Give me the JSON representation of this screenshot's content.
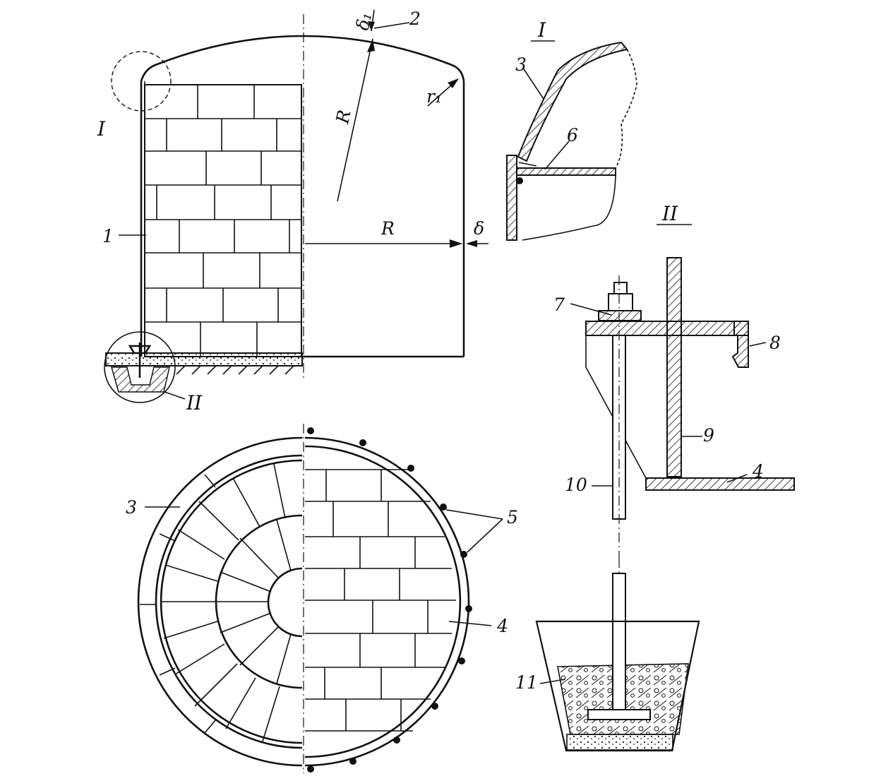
{
  "callouts": {
    "n1": "1",
    "n2": "2",
    "n3_detail": "3",
    "n3_plan": "3",
    "n4_plan": "4",
    "n4_detail": "4",
    "n5": "5",
    "n6": "6",
    "n7": "7",
    "n8": "8",
    "n9": "9",
    "n10": "10",
    "n11": "11"
  },
  "detail_marks": {
    "detail_I_ref": "I",
    "detail_I_title": "I",
    "detail_II_ref": "II",
    "detail_II_title": "II"
  },
  "dimensions": {
    "radius_dome": "R",
    "radius_base": "R",
    "knuckle_radius": "r₁",
    "wall_thickness": "δ",
    "dome_thickness": "δ₁"
  }
}
